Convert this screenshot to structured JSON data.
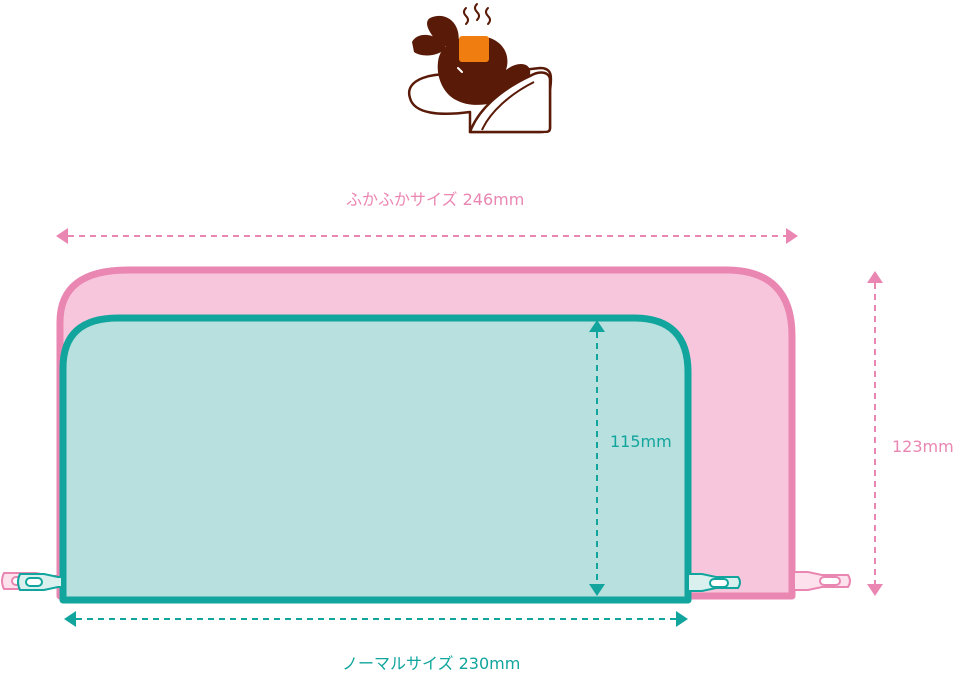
{
  "labels": {
    "fluffy_width": "ふかふかサイズ 246mm",
    "normal_width": "ノーマルサイズ 230mm",
    "normal_height": "115mm",
    "fluffy_height": "123mm"
  },
  "icons": {
    "illustration": "rabbit-resting-on-pillow-icon",
    "zipper": "zipper-pull-icon"
  },
  "colors": {
    "fluffy_stroke": "#ea86b2",
    "fluffy_fill": "#f8c6dc",
    "normal_stroke": "#11a59d",
    "normal_fill": "#b7e0de",
    "rabbit_brown": "#5a1a08",
    "towel_orange": "#f07d10"
  }
}
